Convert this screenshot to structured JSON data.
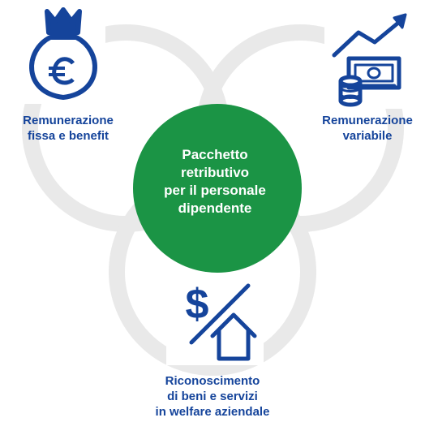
{
  "colors": {
    "ring": "#e9e9e9",
    "center_fill": "#1b9445",
    "primary_blue": "#15449b",
    "white": "#ffffff"
  },
  "center": {
    "text": "Pacchetto\nretributivo\nper il personale\ndipendente"
  },
  "nodes": [
    {
      "id": "fixed",
      "label": "Remunerazione\nfissa e benefit",
      "icon": "money-bag-euro-icon"
    },
    {
      "id": "variable",
      "label": "Remunerazione\nvariabile",
      "icon": "cash-growth-icon"
    },
    {
      "id": "welfare",
      "label": "Riconoscimento\ndi beni e servizi\nin welfare aziendale",
      "icon": "dollar-house-icon"
    }
  ]
}
